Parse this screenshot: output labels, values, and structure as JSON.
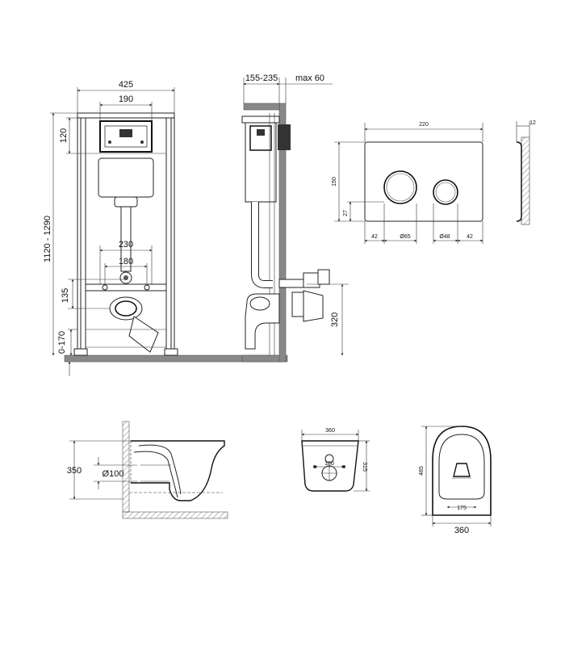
{
  "front_view": {
    "width_label": "425",
    "plate_width_label": "190",
    "top_height_label": "120",
    "total_height_label": "1120 - 1290",
    "bolt_outer_label": "230",
    "bolt_inner_label": "180",
    "outlet_height_label": "135",
    "leg_adjust_label": "0-170"
  },
  "side_view": {
    "depth_label": "155-235",
    "max_label": "max 60",
    "drain_height_label": "320"
  },
  "flush_plate": {
    "width_label": "220",
    "height_label": "150",
    "button_offset_label": "27",
    "left_margin_label": "42",
    "big_button_label": "Ø65",
    "small_button_label": "Ø48",
    "right_margin_label": "42",
    "thickness_label": "12"
  },
  "bowl_side": {
    "height_label": "350",
    "pipe_label": "Ø100"
  },
  "bowl_front": {
    "width_label": "360",
    "bolt_label": "180",
    "height_label": "315"
  },
  "bowl_top": {
    "length_label": "485",
    "inner_label": "175",
    "width_label": "360"
  }
}
